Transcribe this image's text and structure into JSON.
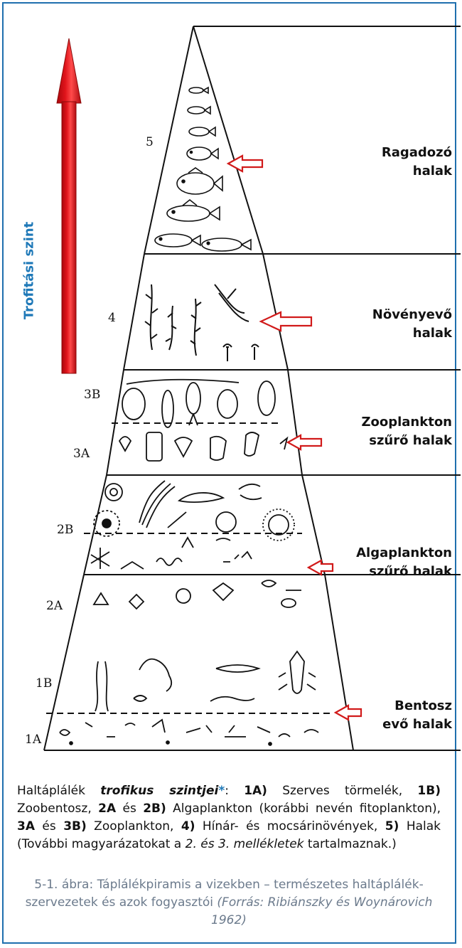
{
  "axis_label": "Trofitási szint",
  "levels": [
    {
      "num": "5",
      "label_line1": "Ragadozó",
      "label_line2": "halak"
    },
    {
      "num": "4",
      "label_line1": "Növényevő",
      "label_line2": "halak"
    },
    {
      "num": "3B",
      "label_line1": "Zooplankton",
      "label_line2": "szűrő halak"
    },
    {
      "num": "3A"
    },
    {
      "num": "2B",
      "label_line1": "Algaplankton",
      "label_line2": "szűrő halak"
    },
    {
      "num": "2A"
    },
    {
      "num": "1B",
      "label_line1": "Bentosz",
      "label_line2": "evő halak"
    },
    {
      "num": "1A"
    }
  ],
  "caption": {
    "lead": "Haltáplálék ",
    "term": "trofikus szintjei",
    "asterisk": "*",
    "p1": ": ",
    "k1A": "1A)",
    "t1A": " Szerves törmelék, ",
    "k1B": "1B)",
    "t1B": " Zoobentosz, ",
    "k2A": "2A",
    "t2": " és ",
    "k2B": "2B)",
    "t2B": " Algaplankton (korábbi nevén fitoplankton), ",
    "k3A": "3A",
    "t3": " és ",
    "k3B": "3B)",
    "t3B": " Zooplankton, ",
    "k4": "4)",
    "t4": " Hínár- és mocsárinövények, ",
    "k5": "5)",
    "t5": " Halak (További magyarázatokat a ",
    "ref": "2. és 3. mellékletek",
    "t6": " tartalmaznak.)"
  },
  "source": {
    "text": "5-1. ábra: Táplálékpiramis a vizekben – természetes haltáplálék- szervezetek és azok fogyasztói ",
    "citation": "(Forrás: Ribiánszky és Woynárovich 1962)"
  },
  "colors": {
    "frame": "#1f6fae",
    "axis_label": "#1f79b8",
    "big_arrow": "#e0141b",
    "small_arrows": "#d11a1a",
    "source_text": "#6b7a8c"
  }
}
